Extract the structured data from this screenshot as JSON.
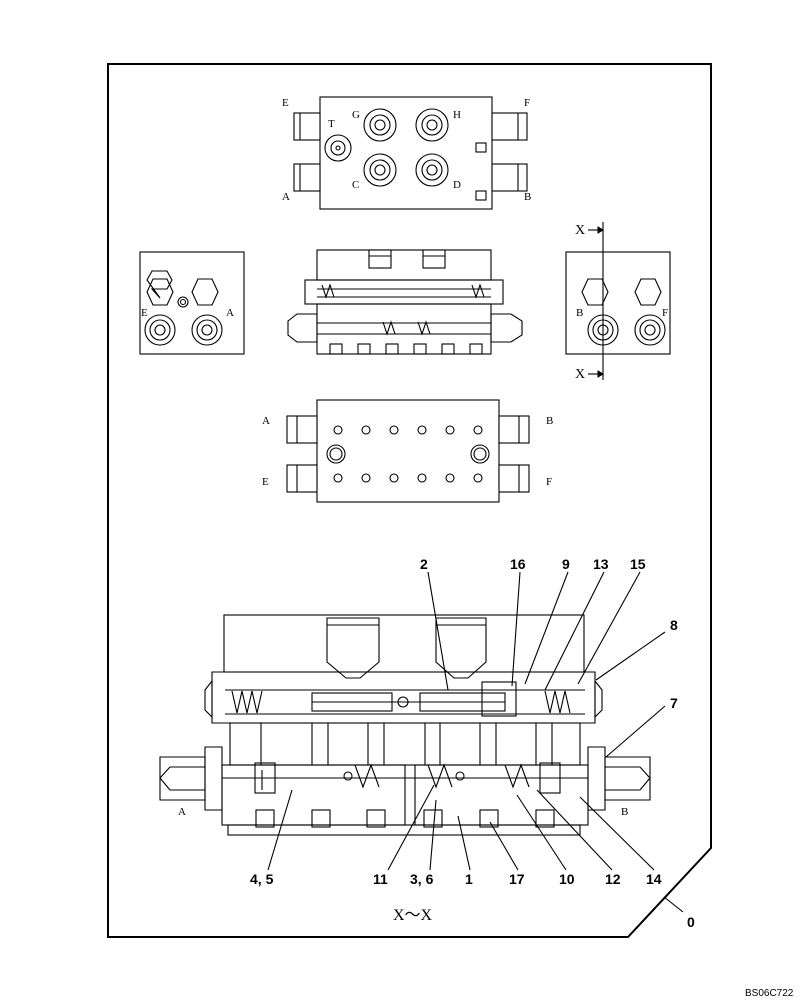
{
  "labels": {
    "top_view": {
      "E": "E",
      "F": "F",
      "T": "T",
      "G": "G",
      "H": "H",
      "C": "C",
      "D": "D",
      "A": "A",
      "B": "B"
    },
    "left_view": {
      "E": "E",
      "A": "A"
    },
    "right_view": {
      "B": "B",
      "F": "F",
      "X_top": "X",
      "X_bottom": "X"
    },
    "bottom_view": {
      "A": "A",
      "B": "B",
      "E": "E",
      "F": "F"
    },
    "section": {
      "A": "A",
      "B": "B",
      "title": "X～X"
    }
  },
  "callouts": {
    "c2": "2",
    "c16": "16",
    "c9": "9",
    "c13": "13",
    "c15": "15",
    "c8": "8",
    "c7": "7",
    "c45": "4, 5",
    "c11": "11",
    "c36": "3, 6",
    "c1": "1",
    "c17": "17",
    "c10": "10",
    "c12": "12",
    "c14": "14",
    "c0": "0"
  },
  "figure_code": "BS06C722"
}
